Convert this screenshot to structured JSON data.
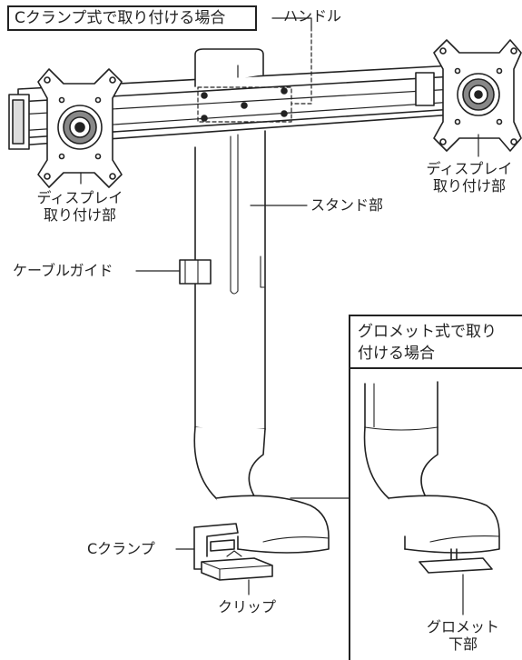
{
  "title": "Cクランプ式で取り付ける場合",
  "labels": {
    "handle": "ハンドル",
    "display_mount_left_line1": "ディスプレイ",
    "display_mount_left_line2": "取り付け部",
    "display_mount_right_line1": "ディスプレイ",
    "display_mount_right_line2": "取り付け部",
    "stand": "スタンド部",
    "cable_guide": "ケーブルガイド",
    "c_clamp": "Cクランプ",
    "clip": "クリップ"
  },
  "inset": {
    "title_line1": "グロメット式で取り",
    "title_line2": "付ける場合",
    "grommet_bottom_line1": "グロメット",
    "grommet_bottom_line2": "下部"
  }
}
